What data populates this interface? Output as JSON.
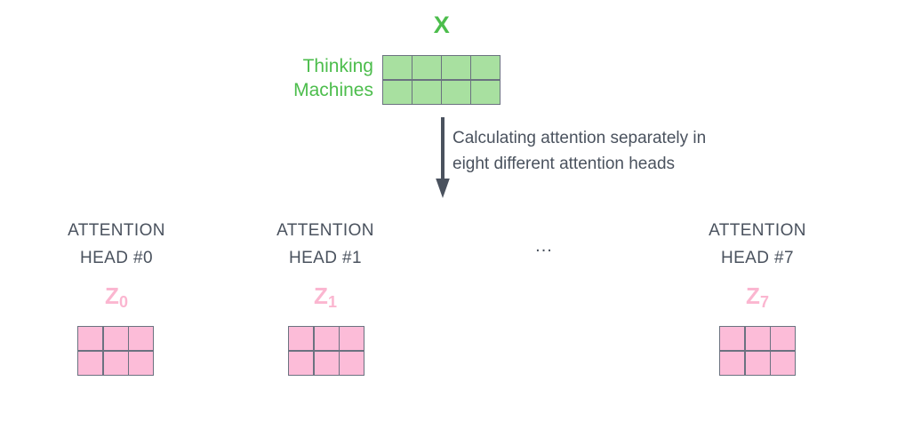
{
  "diagram": {
    "input": {
      "label": "X",
      "tokens": "Thinking\nMachines",
      "matrix": {
        "rows": 2,
        "cols": 4,
        "fill": "#a8e0a0",
        "border": "#6b7280"
      }
    },
    "transition": {
      "caption": "Calculating attention separately in\neight different attention heads",
      "arrow_icon": "down-arrow-icon",
      "arrow_color": "#4a525e"
    },
    "ellipsis": "...",
    "heads": [
      {
        "title": "ATTENTION\nHEAD #0",
        "z_letter": "Z",
        "z_index": "0",
        "matrix": {
          "rows": 2,
          "cols": 3,
          "fill": "#fcbcd8",
          "border": "#6b7280"
        }
      },
      {
        "title": "ATTENTION\nHEAD #1",
        "z_letter": "Z",
        "z_index": "1",
        "matrix": {
          "rows": 2,
          "cols": 3,
          "fill": "#fcbcd8",
          "border": "#6b7280"
        }
      },
      {
        "title": "ATTENTION\nHEAD #7",
        "z_letter": "Z",
        "z_index": "7",
        "matrix": {
          "rows": 2,
          "cols": 3,
          "fill": "#fcbcd8",
          "border": "#6b7280"
        }
      }
    ],
    "colors": {
      "green": "#4cbd4c",
      "green_fill": "#a8e0a0",
      "pink": "#fbb6d0",
      "pink_fill": "#fcbcd8",
      "text_dark": "#4a525e",
      "grid_border": "#6b7280",
      "background": "#ffffff"
    }
  }
}
